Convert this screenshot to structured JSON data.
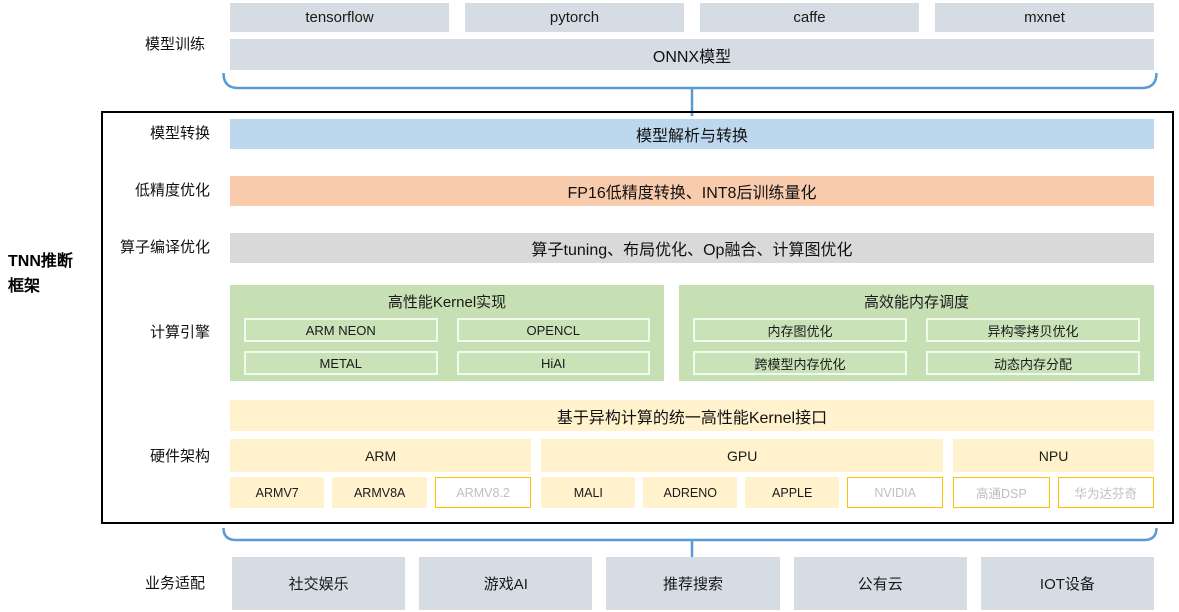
{
  "colors": {
    "box_steel": "#d6dce4",
    "bar_blue": "#bdd7ee",
    "bar_orange": "#f8cbad",
    "bar_gray": "#d9d9d9",
    "green": "#c6e0b4",
    "yellow": "#fff2cc",
    "planned_border": "#ffc000",
    "planned_text": "#bfbfbf",
    "brace_blue": "#5b9bd5"
  },
  "training": {
    "label": "模型训练",
    "frameworks": [
      "tensorflow",
      "pytorch",
      "caffe",
      "mxnet"
    ],
    "onnx_label": "ONNX模型"
  },
  "tnn": {
    "title": "TNN推断框架",
    "rows": [
      {
        "label": "模型转换",
        "content": "模型解析与转换"
      },
      {
        "label": "低精度优化",
        "content": "FP16低精度转换、INT8后训练量化"
      },
      {
        "label": "算子编译优化",
        "content": "算子tuning、布局优化、Op融合、计算图优化"
      }
    ],
    "compute_engine": {
      "label": "计算引擎",
      "kernel_group": {
        "title": "高性能Kernel实现",
        "items": [
          "ARM NEON",
          "OPENCL",
          "METAL",
          "HiAI"
        ]
      },
      "memory_group": {
        "title": "高效能内存调度",
        "items": [
          "内存图优化",
          "异构零拷贝优化",
          "跨模型内存优化",
          "动态内存分配"
        ]
      }
    },
    "hardware": {
      "label": "硬件架构",
      "kernel_api_bar": "基于异构计算的统一高性能Kernel接口",
      "arm": {
        "name": "ARM",
        "chips": [
          "ARMV7",
          "ARMV8A",
          "ARMV8.2"
        ]
      },
      "gpu": {
        "name": "GPU",
        "chips": [
          "MALI",
          "ADRENO",
          "APPLE",
          "NVIDIA"
        ]
      },
      "npu": {
        "name": "NPU",
        "chips": [
          "高通DSP",
          "华为达芬奇"
        ]
      },
      "planned_chips": [
        "ARMV8.2",
        "NVIDIA",
        "高通DSP",
        "华为达芬奇"
      ]
    }
  },
  "business": {
    "label": "业务适配",
    "items": [
      "社交娱乐",
      "游戏AI",
      "推荐搜索",
      "公有云",
      "IOT设备"
    ]
  }
}
